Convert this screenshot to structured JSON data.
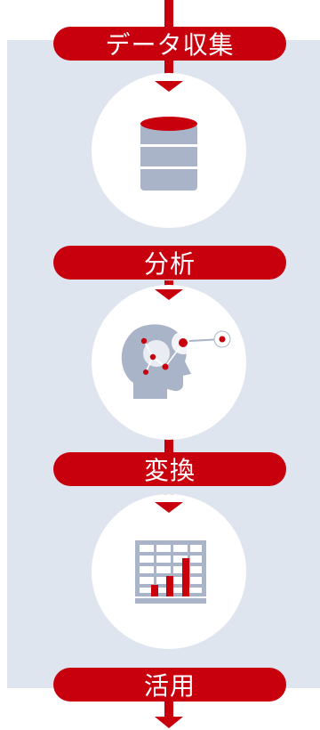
{
  "colors": {
    "accent": "#c8000e",
    "panel": "#dfe5ef",
    "circle": "#ffffff",
    "icon_gray": "#a9b4c9"
  },
  "steps": [
    {
      "label": "データ収集",
      "icon": "database-icon"
    },
    {
      "label": "分析",
      "icon": "ai-head-icon"
    },
    {
      "label": "変換",
      "icon": "bar-chart-table-icon"
    },
    {
      "label": "活用",
      "icon": ""
    }
  ]
}
